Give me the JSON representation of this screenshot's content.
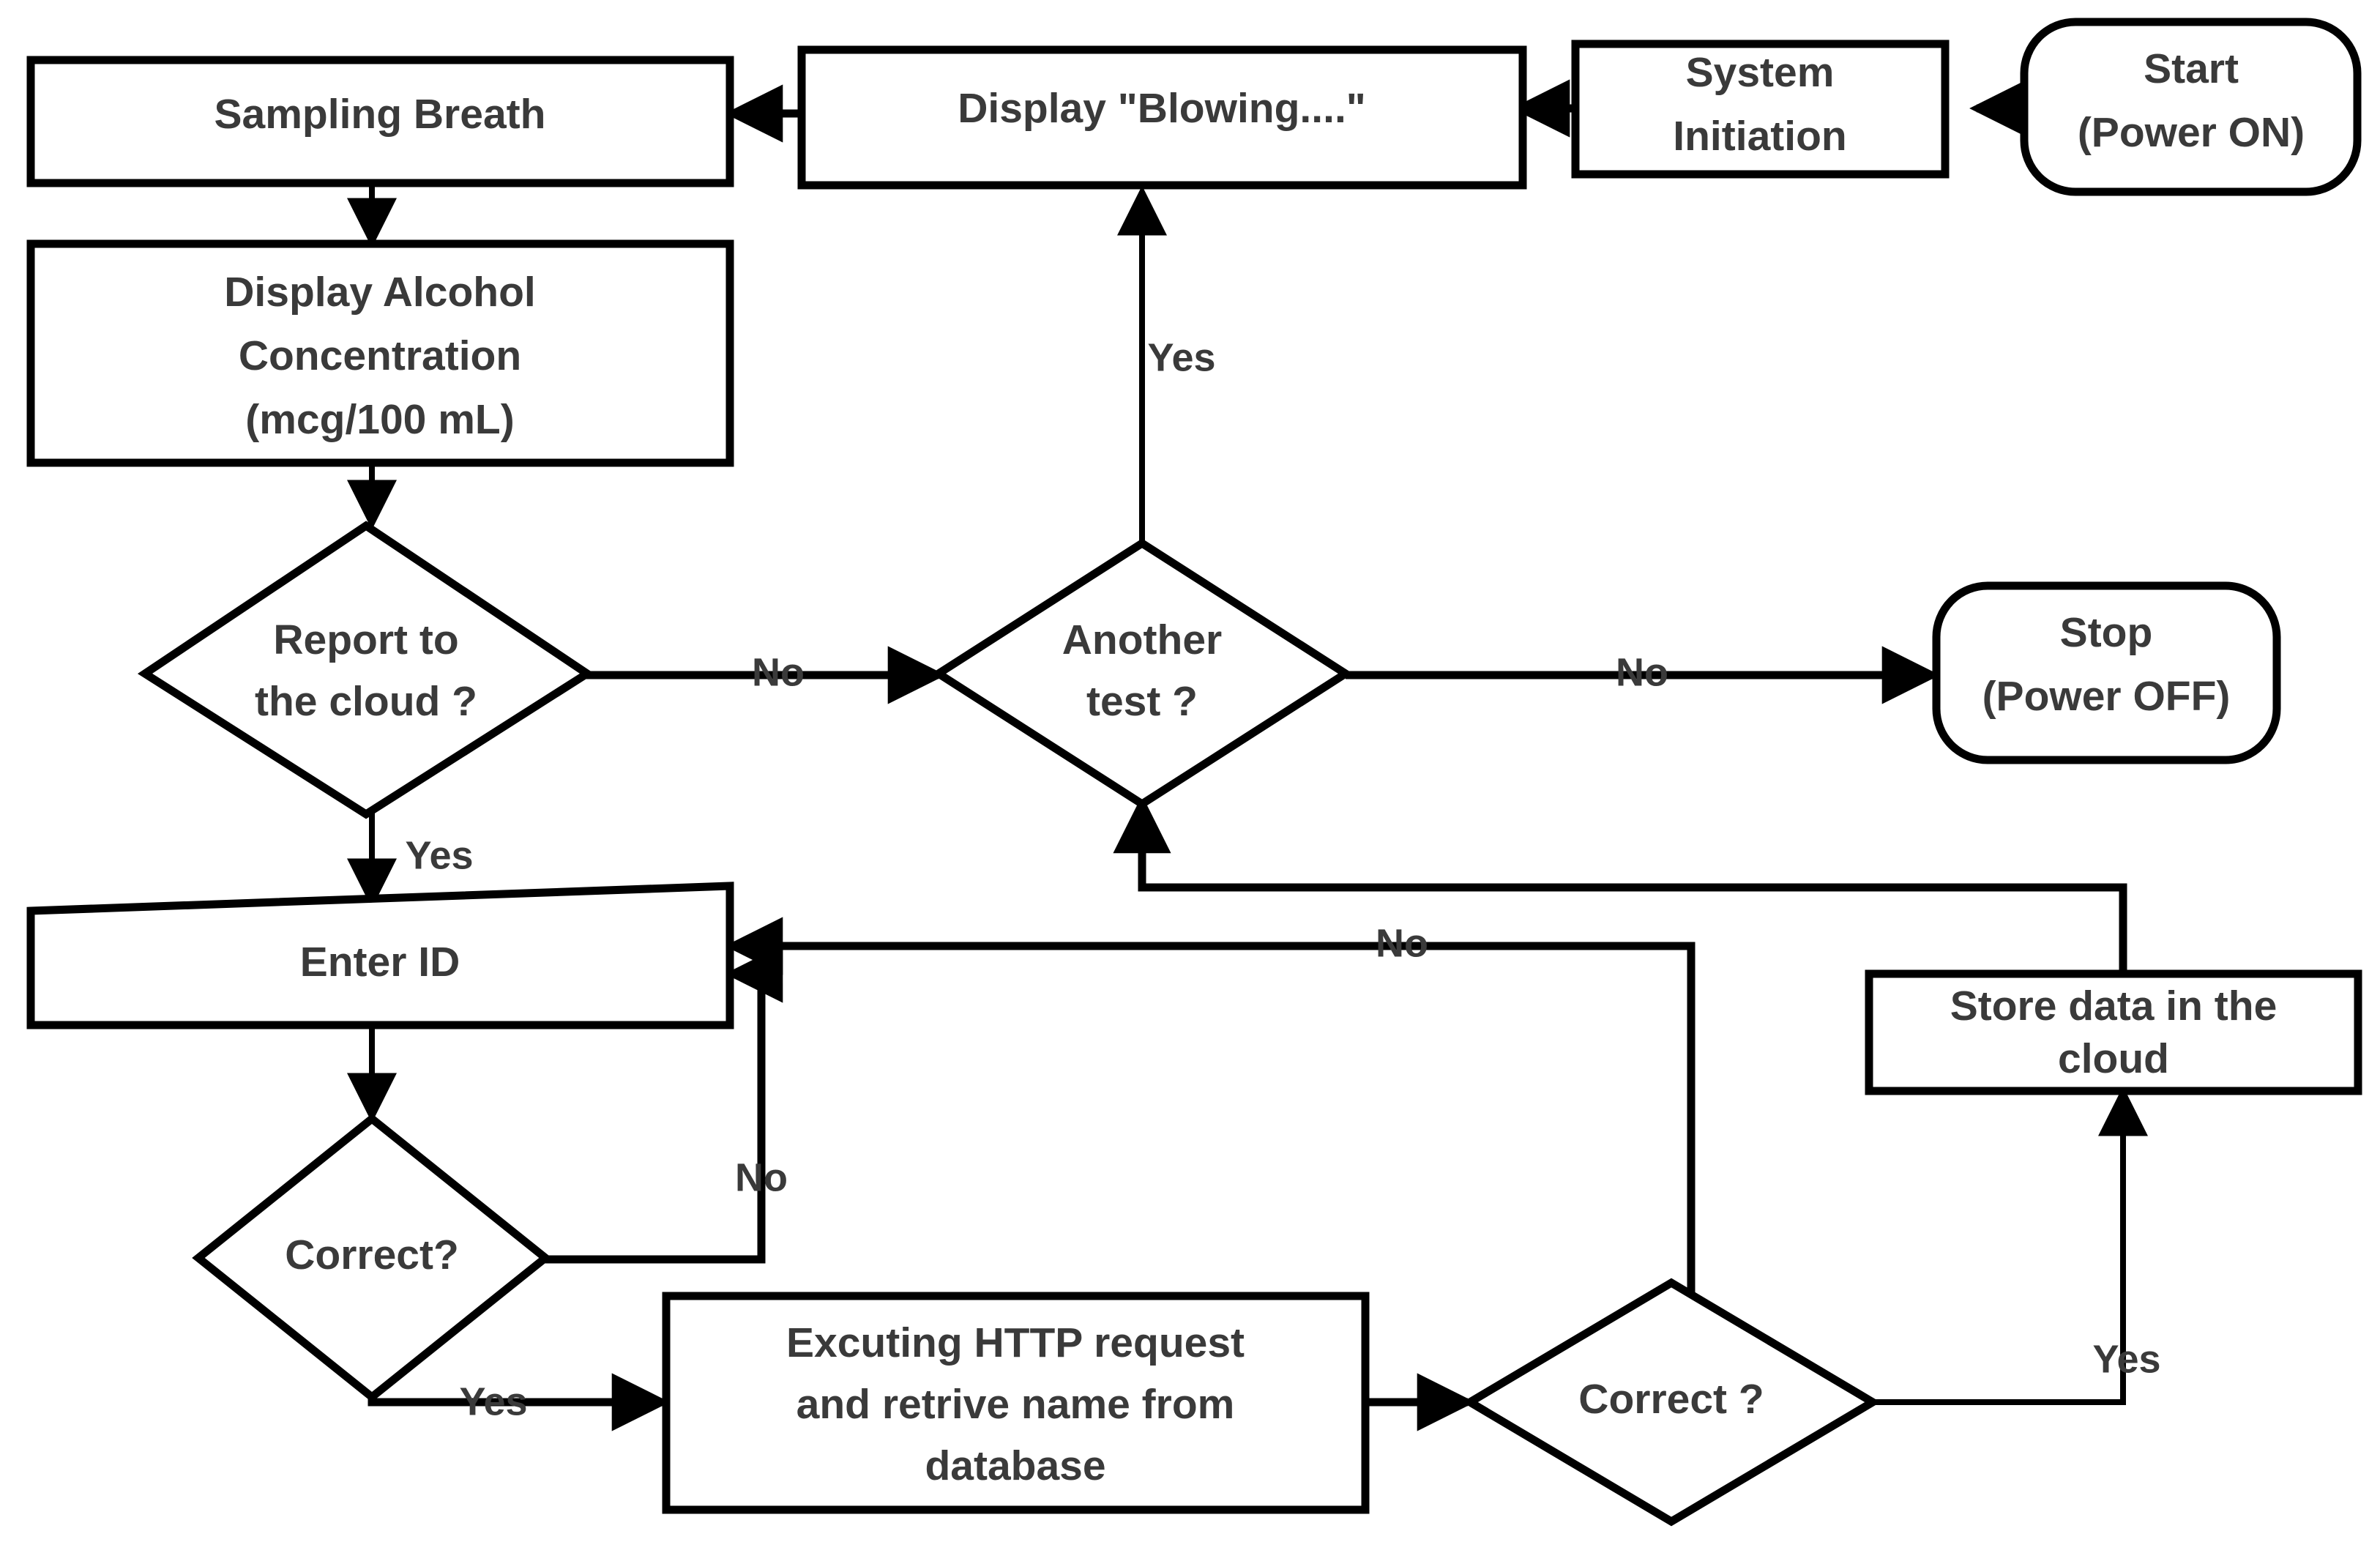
{
  "diagram": {
    "title": "Breathalyzer System Flowchart",
    "background_color": "#ffffff",
    "stroke_color": "#000000",
    "text_color": "#3a3a3a"
  },
  "nodes": {
    "start": {
      "line1": "Start",
      "line2": "(Power ON)",
      "shape": "terminator"
    },
    "system_initiation": {
      "line1": "System",
      "line2": "Initiation",
      "shape": "process"
    },
    "display_blowing": {
      "line1": "Display  \"Blowing....\"",
      "shape": "process"
    },
    "sampling_breath": {
      "line1": "Sampling Breath",
      "shape": "process"
    },
    "display_alcohol": {
      "line1": "Display Alcohol",
      "line2": "Concentration",
      "line3": "(mcg/100 mL)",
      "shape": "process"
    },
    "report_to_cloud": {
      "line1": "Report to",
      "line2": "the cloud ?",
      "shape": "decision"
    },
    "another_test": {
      "line1": "Another",
      "line2": "test ?",
      "shape": "decision"
    },
    "stop": {
      "line1": "Stop",
      "line2": "(Power OFF)",
      "shape": "terminator"
    },
    "enter_id": {
      "line1": "Enter ID",
      "shape": "input"
    },
    "correct_id": {
      "line1": "Correct?",
      "shape": "decision"
    },
    "http_request": {
      "line1": "Excuting HTTP request",
      "line2": "and retrive name from",
      "line3": "database",
      "shape": "process"
    },
    "correct_name": {
      "line1": "Correct ?",
      "shape": "decision"
    },
    "store_data": {
      "line1": "Store data in the",
      "line2": "cloud",
      "shape": "process"
    }
  },
  "edge_labels": {
    "report_no": "No",
    "report_yes": "Yes",
    "another_yes": "Yes",
    "another_no": "No",
    "correct_id_no": "No",
    "correct_id_yes": "Yes",
    "correct_name_no": "No",
    "correct_name_yes": "Yes"
  }
}
